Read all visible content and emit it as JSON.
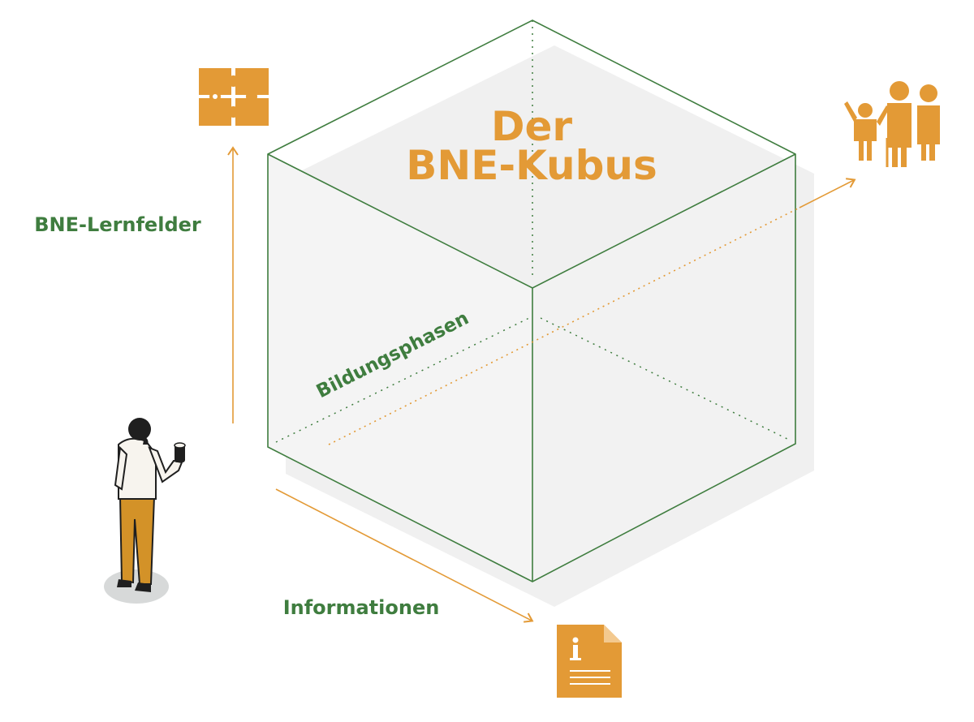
{
  "title": {
    "line1": "Der",
    "line2": "BNE-Kubus"
  },
  "axes": {
    "vertical": "BNE-Lernfelder",
    "diagonal": "Bildungsphasen",
    "horizontal": "Informationen"
  },
  "icons": {
    "vertical_end": "puzzle-icon",
    "diagonal_end": "people-group-icon",
    "horizontal_end": "info-document-icon",
    "observer": "person-holding-cup-figure"
  },
  "colors": {
    "accent": "#E39A36",
    "green": "#3F7D3F",
    "cube_fill": "#F2F2F2",
    "shadow": "#F0F0F0",
    "ground": "#D7D9D9",
    "dark": "#1F1F1F"
  }
}
